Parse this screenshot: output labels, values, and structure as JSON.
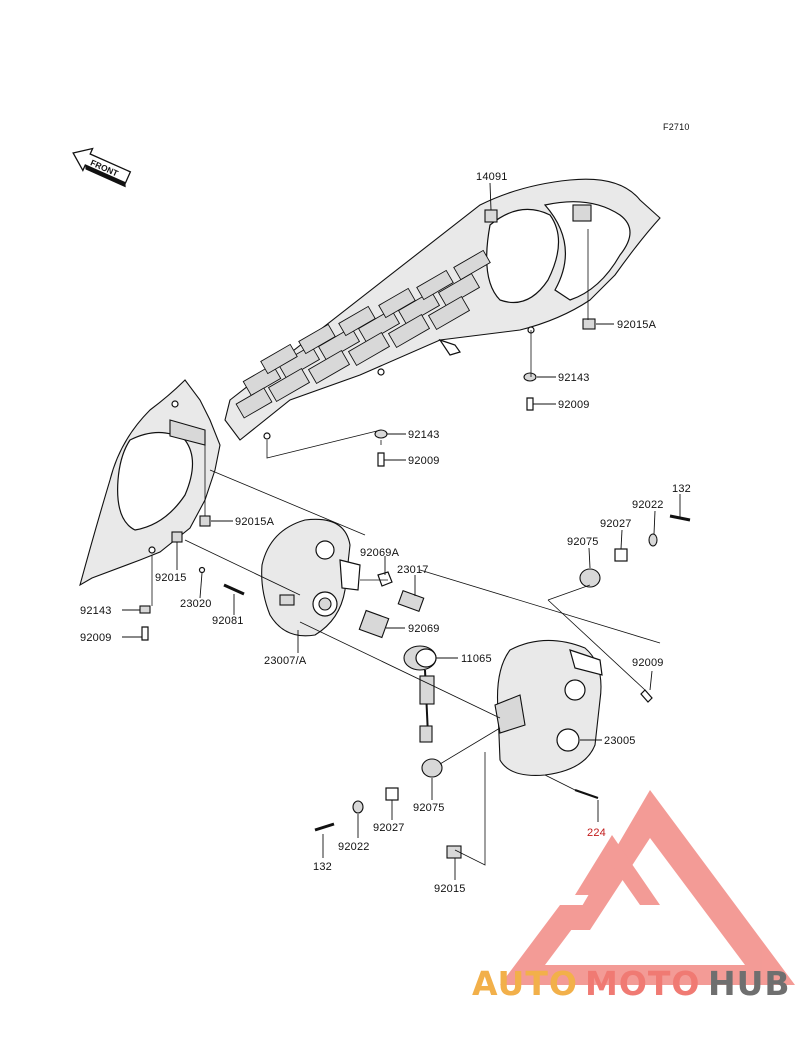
{
  "figure_code": "F2710",
  "front_label": "FRONT",
  "parts": {
    "p14091": "14091",
    "p92015A_top": "92015A",
    "p92143_r": "92143",
    "p92009_r": "92009",
    "p92143_c": "92143",
    "p92009_c": "92009",
    "p92015A_left": "92015A",
    "p92015_left": "92015",
    "p23020": "23020",
    "p92081": "92081",
    "p92143_l": "92143",
    "p92009_l": "92009",
    "p23007A": "23007/A",
    "p92069A": "92069A",
    "p23017": "23017",
    "p92069": "92069",
    "p11065": "11065",
    "p132_top": "132",
    "p92022_top": "92022",
    "p92027_top": "92027",
    "p92075_top": "92075",
    "p92009_mid": "92009",
    "p23005": "23005",
    "p224": "224",
    "p92075_bot": "92075",
    "p92027_bot": "92027",
    "p92022_bot": "92022",
    "p132_bot": "132",
    "p92015_bot": "92015"
  },
  "watermark": {
    "text_a": "AUTO",
    "text_b": "MOTO",
    "text_c": "HUB",
    "color_a": "#f2b04a",
    "color_b": "#f07a73",
    "color_c": "#6f6f6f",
    "logo_color": "#f07a73"
  }
}
